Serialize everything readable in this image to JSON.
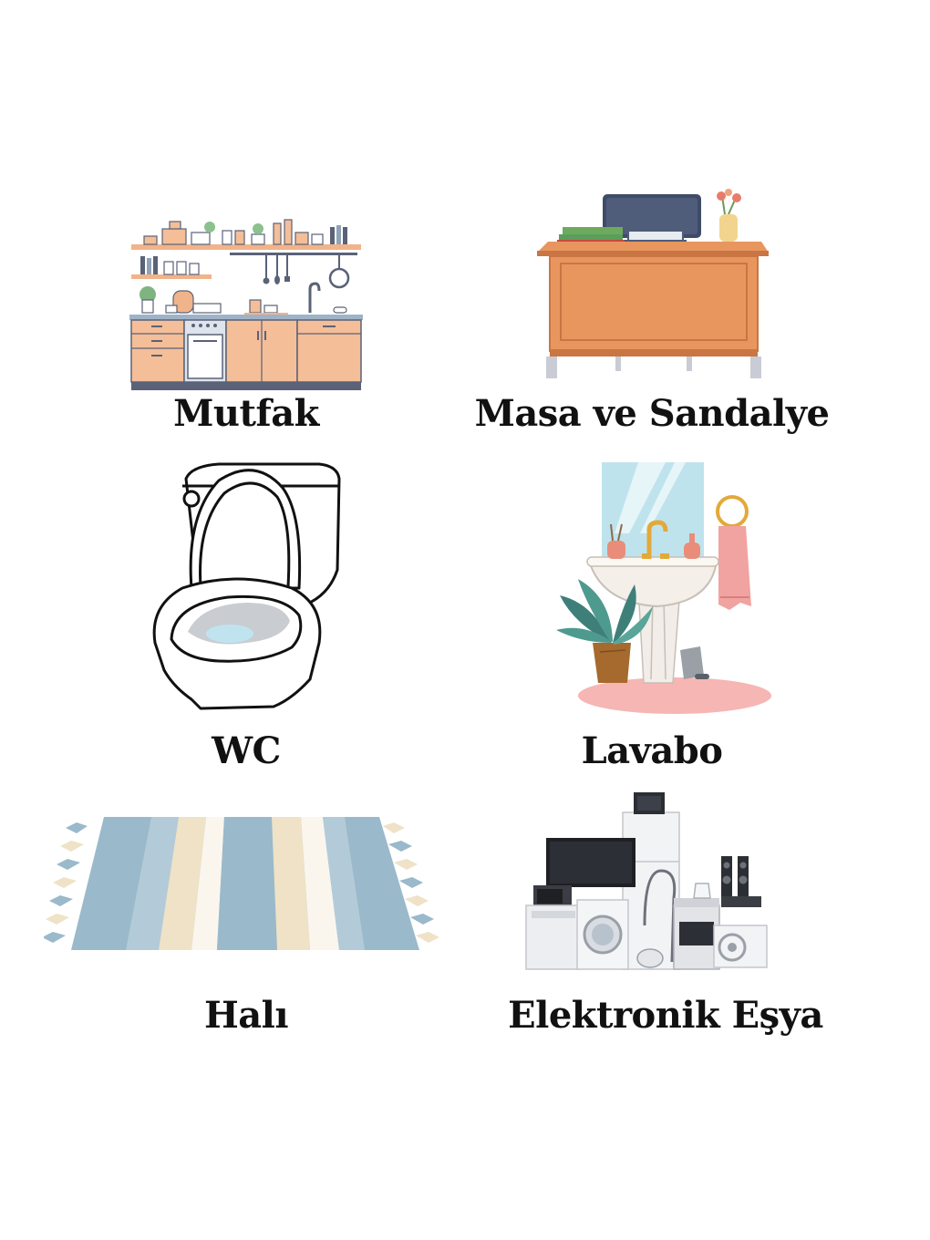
{
  "items": [
    {
      "label": "Mutfak",
      "icon": "kitchen-icon"
    },
    {
      "label": "Masa ve Sandalye",
      "icon": "desk-icon"
    },
    {
      "label": "WC",
      "icon": "toilet-icon"
    },
    {
      "label": "Lavabo",
      "icon": "sink-icon"
    },
    {
      "label": "Halı",
      "icon": "rug-icon"
    },
    {
      "label": "Elektronik Eşya",
      "icon": "appliances-icon"
    }
  ],
  "colors": {
    "cabinet": "#f4be98",
    "desk": "#e8965e",
    "rug_blue": "#9ab9cb",
    "rug_cream": "#efe2c6",
    "rug_pink": "#f5b6b4",
    "text": "#111111"
  }
}
